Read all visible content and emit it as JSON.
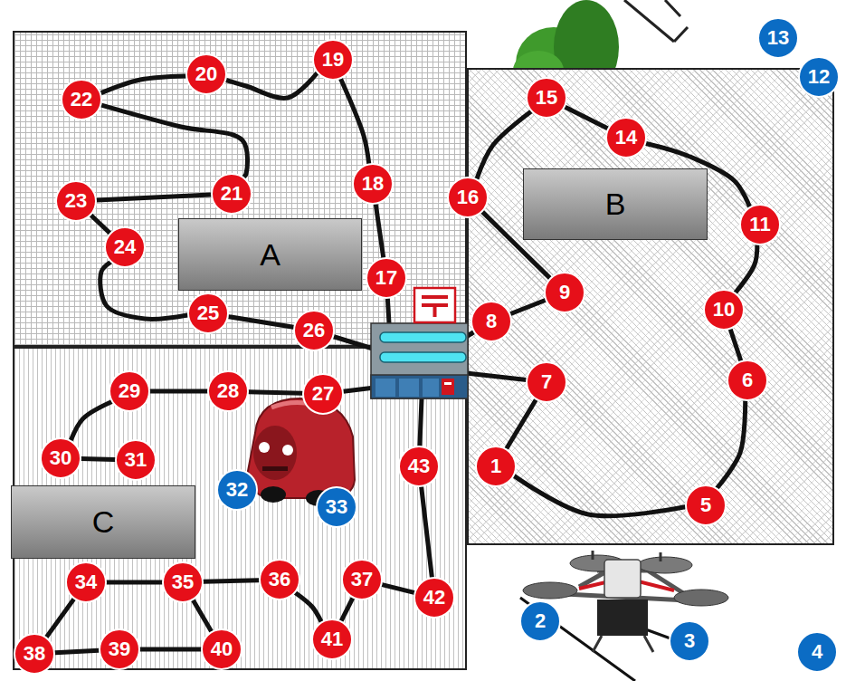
{
  "diagram": {
    "nodes": [
      {
        "text": [
          "A"
        ]
      },
      {
        "text": [
          "19"
        ],
        "in": 0
      },
      {
        "text": [
          "20"
        ],
        "in": 0
      },
      {
        "text": [
          "22"
        ],
        "in": 0
      },
      {
        "text": [
          "18"
        ],
        "in": 0
      },
      {
        "text": [
          "21"
        ],
        "in": 0
      },
      {
        "text": [
          "23"
        ],
        "in": 0
      },
      {
        "text": [
          "24"
        ],
        "in": 0
      },
      {
        "text": [
          "17"
        ],
        "in": 0
      },
      {
        "text": [
          "25"
        ],
        "in": 0
      },
      {
        "text": [
          "26"
        ],
        "in": 0
      },
      {
        "text": [
          "B"
        ]
      },
      {
        "text": [
          "15"
        ],
        "in": 11
      },
      {
        "text": [
          "14"
        ],
        "in": 11
      },
      {
        "text": [
          "16"
        ],
        "in": 11
      },
      {
        "text": [
          "11"
        ],
        "in": 11
      },
      {
        "text": [
          "9"
        ],
        "in": 11
      },
      {
        "text": [
          "10"
        ],
        "in": 11
      },
      {
        "text": [
          "8"
        ],
        "in": 11
      },
      {
        "text": [
          "7"
        ],
        "in": 11
      },
      {
        "text": [
          "6"
        ],
        "in": 11
      },
      {
        "text": [
          "1"
        ],
        "in": 11
      },
      {
        "text": [
          "5"
        ],
        "in": 11
      },
      {
        "text": [
          "C"
        ]
      },
      {
        "text": [
          "29"
        ],
        "in": 23
      },
      {
        "text": [
          "28"
        ],
        "in": 23
      },
      {
        "text": [
          "27"
        ],
        "in": 23
      },
      {
        "text": [
          "30"
        ],
        "in": 23
      },
      {
        "text": [
          "31"
        ],
        "in": 23
      },
      {
        "text": [
          "43"
        ],
        "in": 23
      },
      {
        "text": [
          "32"
        ],
        "in": 23
      },
      {
        "text": [
          "33"
        ],
        "in": 23
      },
      {
        "text": [
          "34"
        ],
        "in": 23
      },
      {
        "text": [
          "35"
        ],
        "in": 23
      },
      {
        "text": [
          "36"
        ],
        "in": 23
      },
      {
        "text": [
          "37"
        ],
        "in": 23
      },
      {
        "text": [
          "42"
        ],
        "in": 23
      },
      {
        "text": [
          "41"
        ],
        "in": 23
      },
      {
        "text": [
          "38"
        ],
        "in": 23
      },
      {
        "text": [
          "39"
        ],
        "in": 23
      },
      {
        "text": [
          "40"
        ],
        "in": 23
      },
      {
        "text": [
          "13"
        ]
      },
      {
        "text": [
          "12"
        ]
      },
      {
        "text": [
          "2"
        ]
      },
      {
        "text": [
          "3"
        ]
      },
      {
        "text": [
          "4"
        ]
      }
    ],
    "edges": [
      {
        "from": 8,
        "to": 4,
        "arrow": "none"
      },
      {
        "from": 4,
        "to": 1,
        "arrow": "none"
      },
      {
        "from": 1,
        "to": 2,
        "arrow": "none"
      },
      {
        "from": 2,
        "to": 3,
        "arrow": "none"
      },
      {
        "from": 3,
        "to": 5,
        "arrow": "none"
      },
      {
        "from": 5,
        "to": 6,
        "arrow": "none"
      },
      {
        "from": 6,
        "to": 7,
        "arrow": "none"
      },
      {
        "from": 7,
        "to": 9,
        "arrow": "none"
      },
      {
        "from": 9,
        "to": 10,
        "arrow": "none"
      },
      {
        "from": 19,
        "to": 21,
        "arrow": "none"
      },
      {
        "from": 21,
        "to": 22,
        "arrow": "none"
      },
      {
        "from": 22,
        "to": 20,
        "arrow": "none"
      },
      {
        "from": 20,
        "to": 17,
        "arrow": "none"
      },
      {
        "from": 17,
        "to": 15,
        "arrow": "none"
      },
      {
        "from": 15,
        "to": 13,
        "arrow": "none"
      },
      {
        "from": 13,
        "to": 12,
        "arrow": "none"
      },
      {
        "from": 12,
        "to": 14,
        "arrow": "none"
      },
      {
        "from": 14,
        "to": 16,
        "arrow": "none"
      },
      {
        "from": 16,
        "to": 18,
        "arrow": "none"
      },
      {
        "from": 26,
        "to": 25,
        "arrow": "none"
      },
      {
        "from": 25,
        "to": 24,
        "arrow": "none"
      },
      {
        "from": 24,
        "to": 27,
        "arrow": "none"
      },
      {
        "from": 27,
        "to": 28,
        "arrow": "none"
      },
      {
        "from": 32,
        "to": 33,
        "arrow": "none"
      },
      {
        "from": 32,
        "to": 38,
        "arrow": "none"
      },
      {
        "from": 38,
        "to": 39,
        "arrow": "none"
      },
      {
        "from": 39,
        "to": 40,
        "arrow": "none"
      },
      {
        "from": 40,
        "to": 33,
        "arrow": "none"
      },
      {
        "from": 33,
        "to": 34,
        "arrow": "none"
      },
      {
        "from": 34,
        "to": 37,
        "arrow": "none"
      },
      {
        "from": 37,
        "to": 35,
        "arrow": "none"
      },
      {
        "from": 35,
        "to": 36,
        "arrow": "none"
      },
      {
        "from": 36,
        "to": 29,
        "arrow": "none"
      }
    ]
  }
}
